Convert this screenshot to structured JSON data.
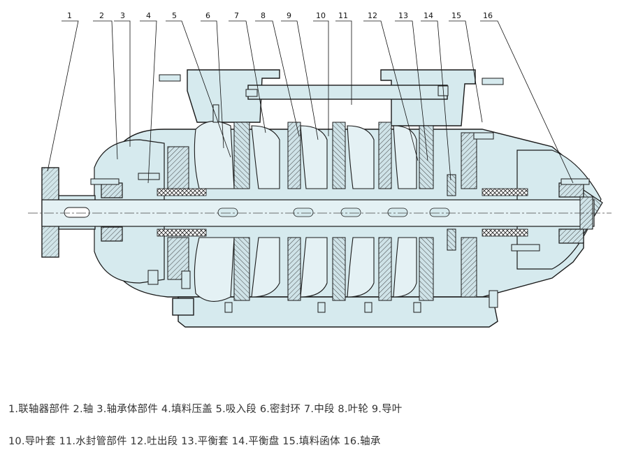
{
  "callouts": [
    "1",
    "2",
    "3",
    "4",
    "5",
    "6",
    "7",
    "8",
    "9",
    "10",
    "11",
    "12",
    "13",
    "14",
    "15",
    "16"
  ],
  "legend": {
    "line1": "1.联轴器部件 2.轴  3.轴承体部件 4.填料压盖 5.吸入段 6.密封环 7.中段 8.叶轮 9.导叶",
    "line2": "10.导叶套 11.水封管部件 12.吐出段 13.平衡套 14.平衡盘 15.填料函体 16.轴承"
  },
  "colors": {
    "casing_fill": "#d6eaee",
    "outline": "#1a1a1a",
    "shaft_fill": "#e4f1f4",
    "hatch": "#333333",
    "centerline": "#444444"
  }
}
